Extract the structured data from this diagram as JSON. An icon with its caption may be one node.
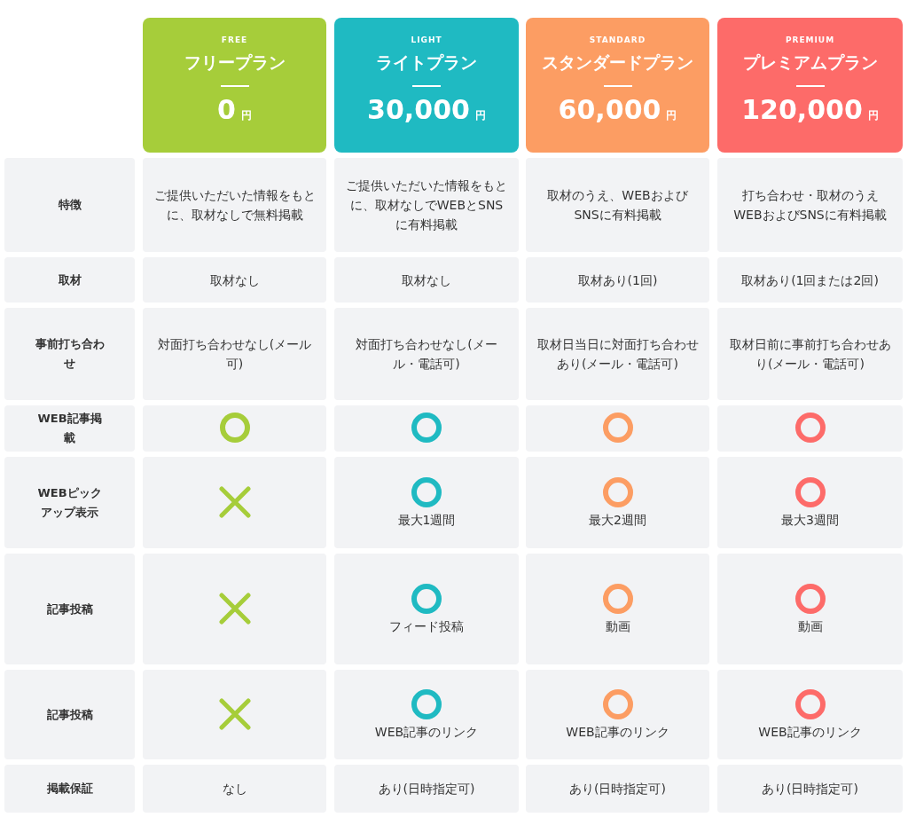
{
  "diagram": {
    "labels": [
      "FREE",
      "フリープラン",
      "0",
      "円",
      "LIGHT",
      "ライトプラン",
      "30,000",
      "円",
      "STANDARD",
      "スタンダードプラン",
      "60,000",
      "円",
      "PREMIUM",
      "プレミアムプラン",
      "120,000",
      "円",
      "特徴",
      "ご提供いただいた情報をもとに、取材なしで無料掲載",
      "ご提供いただいた情報をもとに、取材なしでWEBとSNSに有料掲載",
      "取材のうえ、WEBおよびSNSに有料掲載",
      "打ち合わせ・取材のうえWEBおよびSNSに有料掲載",
      "取材",
      "取材なし",
      "取材なし",
      "取材あり(1回)",
      "取材あり(1回または2回)",
      "事前打ち合わせ",
      "対面打ち合わせなし(メール可)",
      "対面打ち合わせなし(メール・電話可)",
      "取材日当日に対面打ち合わせあり(メール・電話可)",
      "取材日前に事前打ち合わせあり(メール・電話可)",
      "WEB記事掲載",
      "WEBピックアップ表示",
      "最大1週間",
      "最大2週間",
      "最大3週間",
      "記事投稿",
      "フィード投稿",
      "動画",
      "動画",
      "記事投稿",
      "WEB記事のリンク",
      "WEB記事のリンク",
      "WEB記事のリンク",
      "掲載保証",
      "なし",
      "あり(日時指定可)",
      "あり(日時指定可)",
      "あり(日時指定可)"
    ]
  }
}
